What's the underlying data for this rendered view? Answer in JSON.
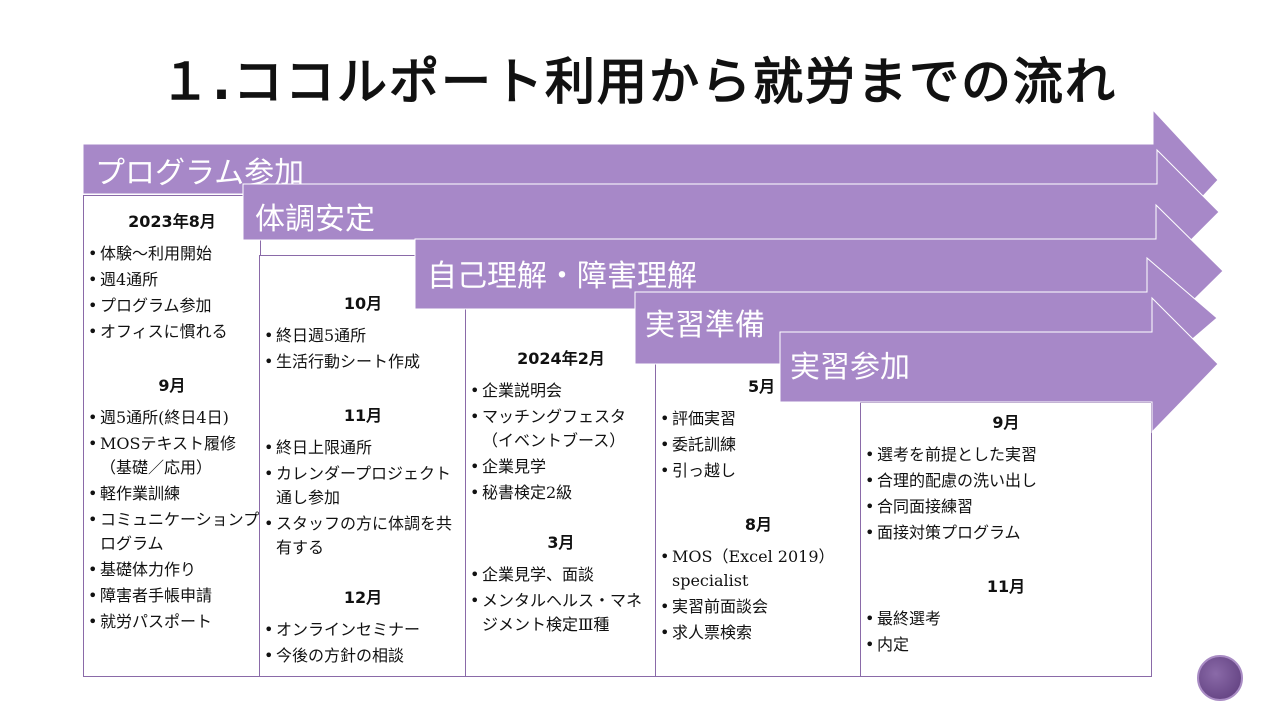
{
  "title": "１.ココルポート利用から就労までの流れ",
  "colors": {
    "arrow": "#a788c8",
    "border": "#8a6aa8"
  },
  "phases": [
    {
      "label": "プログラム参加"
    },
    {
      "label": "体調安定"
    },
    {
      "label": "自己理解・障害理解"
    },
    {
      "label": "実習準備"
    },
    {
      "label": "実習参加"
    }
  ],
  "columns": [
    {
      "sections": [
        {
          "month": "2023年8月",
          "items": [
            "体験～利用開始",
            "週4通所",
            "プログラム参加",
            "オフィスに慣れる"
          ]
        },
        {
          "month": "9月",
          "items": [
            "週5通所(終日4日)",
            "MOSテキスト履修（基礎／応用）",
            "軽作業訓練",
            "コミュニケーションプログラム",
            "基礎体力作り",
            "障害者手帳申請",
            "就労パスポート"
          ]
        }
      ]
    },
    {
      "sections": [
        {
          "month": "10月",
          "items": [
            "終日週5通所",
            "生活行動シート作成"
          ]
        },
        {
          "month": "11月",
          "items": [
            "終日上限通所",
            "カレンダープロジェクト通し参加",
            "スタッフの方に体調を共有する"
          ]
        },
        {
          "month": "12月",
          "items": [
            "オンラインセミナー",
            "今後の方針の相談"
          ]
        }
      ]
    },
    {
      "sections": [
        {
          "month": "2024年2月",
          "items": [
            "企業説明会",
            "マッチングフェスタ（イベントブース）",
            "企業見学",
            "秘書検定2級"
          ]
        },
        {
          "month": "3月",
          "items": [
            "企業見学、面談",
            "メンタルヘルス・マネジメント検定Ⅲ種"
          ]
        }
      ]
    },
    {
      "sections": [
        {
          "month": "5月",
          "items": [
            "評価実習",
            "委託訓練",
            "引っ越し"
          ]
        },
        {
          "month": "8月",
          "items": [
            "MOS（Excel 2019）specialist",
            "実習前面談会",
            "求人票検索"
          ]
        }
      ]
    },
    {
      "sections": [
        {
          "month": "9月",
          "items": [
            "選考を前提とした実習",
            "合理的配慮の洗い出し",
            "合同面接練習",
            "面接対策プログラム"
          ]
        },
        {
          "month": "11月",
          "items": [
            "最終選考",
            "内定"
          ]
        }
      ]
    }
  ]
}
